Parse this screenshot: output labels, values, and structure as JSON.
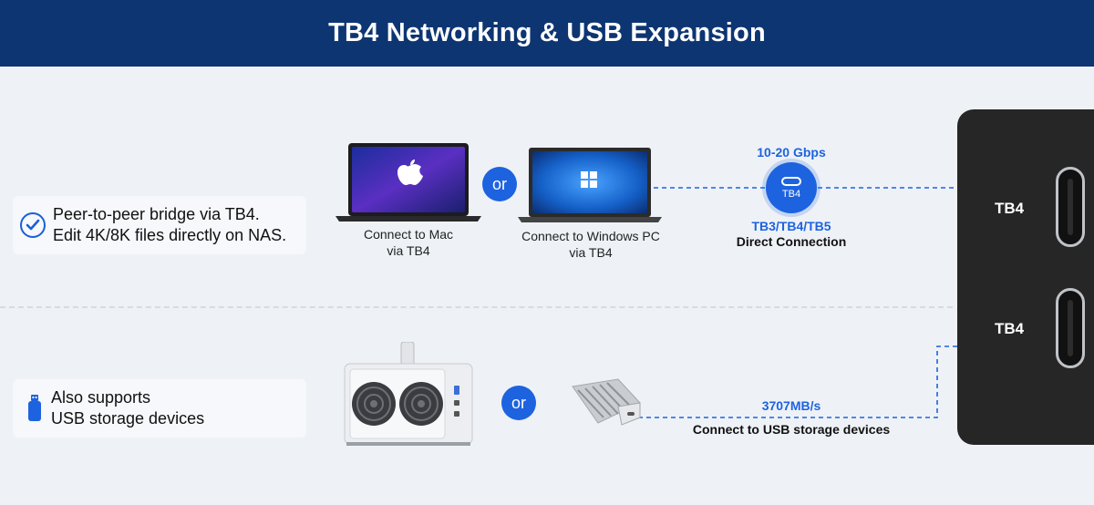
{
  "header": {
    "title": "TB4 Networking & USB Expansion"
  },
  "row1": {
    "feature_lines": [
      "Peer-to-peer bridge via TB4.",
      "Edit 4K/8K files directly on NAS."
    ],
    "mac_caption": [
      "Connect to Mac",
      "via TB4"
    ],
    "or_label": "or",
    "pc_caption": [
      "Connect to Windows PC",
      "via TB4"
    ],
    "speed": "10-20 Gbps",
    "badge": "TB4",
    "standards": "TB3/TB4/TB5",
    "connection": "Direct Connection"
  },
  "row2": {
    "feature_lines": [
      "Also supports",
      "USB storage devices"
    ],
    "or_label": "or",
    "speed": "3707MB/s",
    "connection": "Connect to USB storage devices"
  },
  "panel": {
    "ports": [
      "TB4",
      "TB4"
    ]
  },
  "colors": {
    "header": "#0d3572",
    "accent": "#1d63e0",
    "panel": "#262626",
    "background": "#eef2f6"
  }
}
